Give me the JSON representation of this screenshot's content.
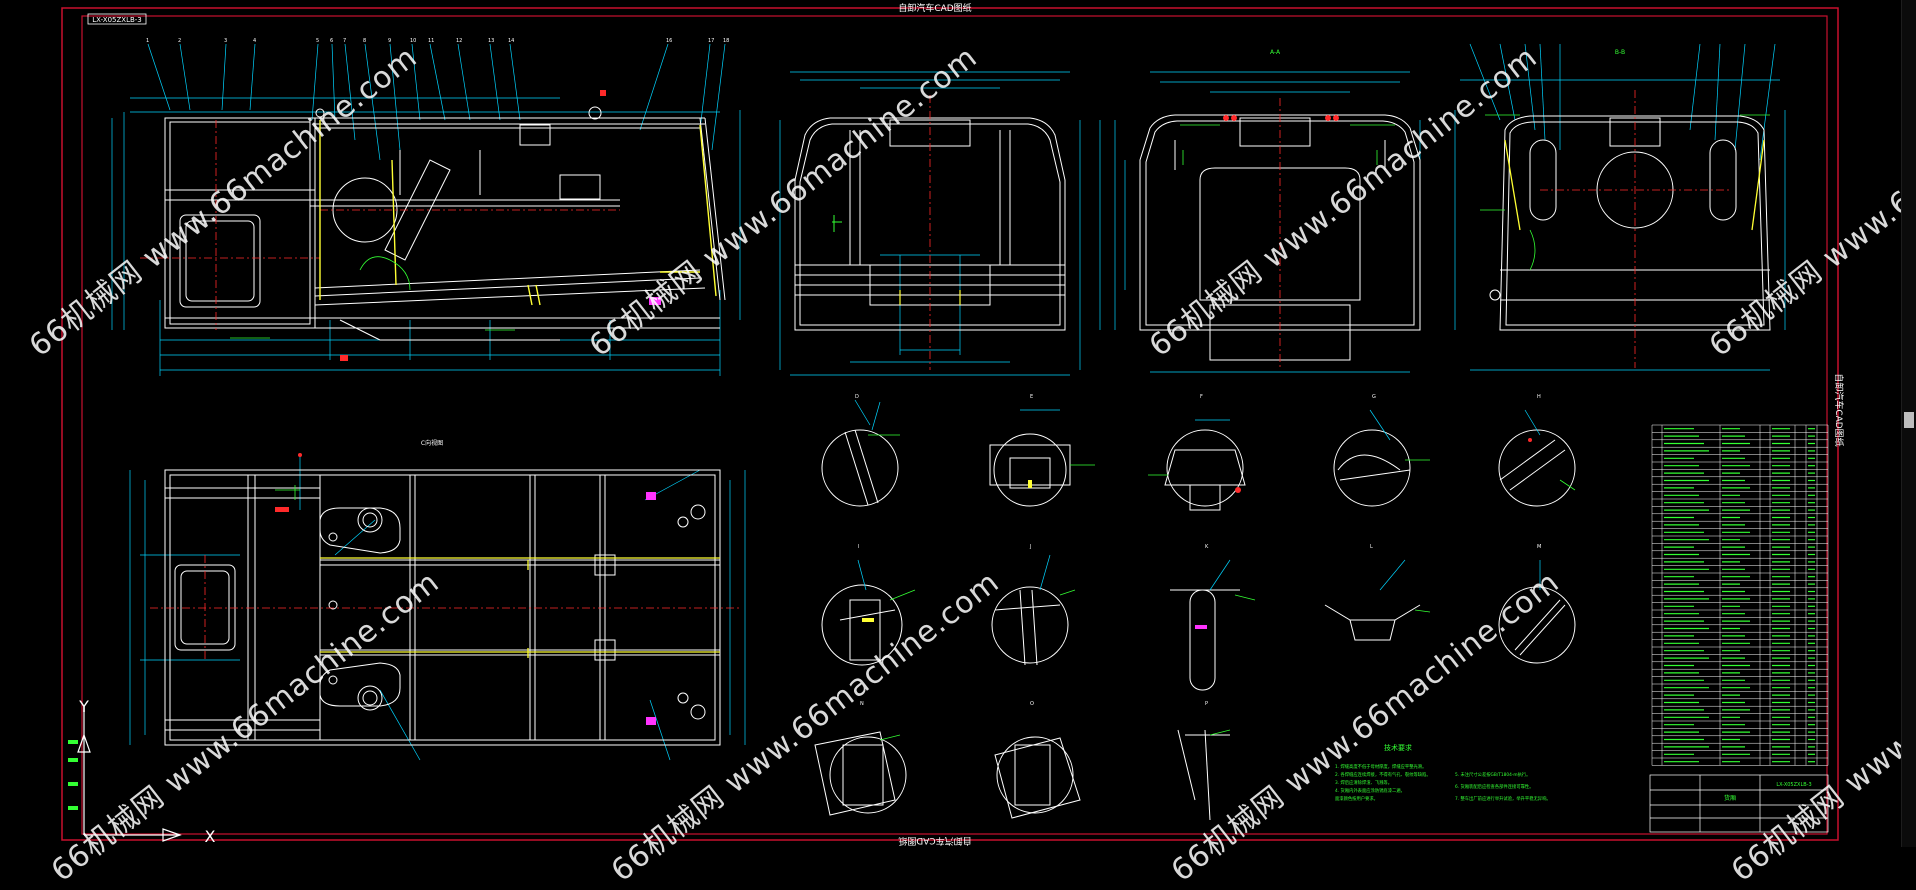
{
  "drawing": {
    "top_title": "自卸汽车CAD图纸",
    "bottom_title": "自卸汽车CAD图纸",
    "side_title": "自卸汽车CAD图纸",
    "drawing_number": "LX-X05ZXLB-3",
    "section_label_top": "A-A",
    "section_label_mid": "B-B",
    "view_label_bottom": "C向视图",
    "tech_requirements_title": "技术要求",
    "tech_requirements_left": [
      "1. 焊缝高度不低于母材厚度，焊缝应平整光滑。",
      "2. 各焊缝应连续焊接，不得有气孔、裂纹等缺陷。",
      "3. 焊后应清除焊渣、飞溅等。",
      "4. 货厢内外表面应涂防锈底漆二遍，",
      "   面漆颜色按用户要求。"
    ],
    "tech_requirements_right": [
      "5. 未注尺寸公差按GB/T1804-m执行。",
      "6. 货厢装配后应检查各部件连接可靠性。",
      "7. 整车出厂前应进行举升试验，举升平稳无异响。"
    ],
    "title_block_name": "货厢",
    "title_block_code": "LX-X05ZXLB-3"
  },
  "watermarks": [
    "66机械网 www.66machine.com",
    "66机械网 www.66machine.com",
    "66机械网 www.66machine.com",
    "66机械网 www.66machine.com",
    "66机械网 www.66machine.com",
    "66机械网 www.66machine.com",
    "66机械网 www.66machine.com",
    "66机械网 www.66machine.com"
  ],
  "ucs": {
    "y_label": "Y",
    "x_label": "X"
  },
  "colors": {
    "background": "#000000",
    "border": "#c8102e",
    "geometry": "#ffffff",
    "dimension": "#00d4ff",
    "centerline": "#ff2a2a",
    "highlight": "#ffff33",
    "annotation": "#33ff33",
    "magenta": "#ff33ff"
  },
  "icons": {
    "ucs": "ucs-icon",
    "scroll": "scrollbar"
  }
}
